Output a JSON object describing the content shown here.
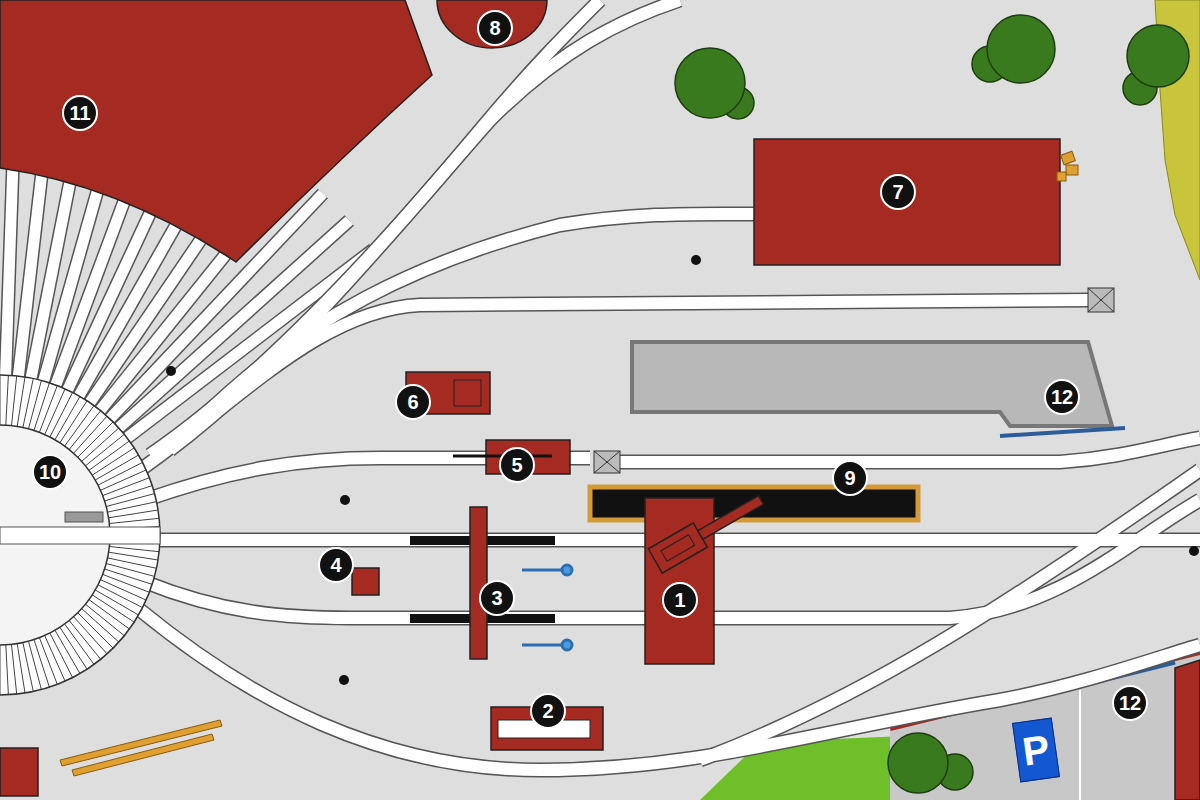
{
  "diagram": {
    "labels": [
      "8",
      "11",
      "7",
      "12",
      "6",
      "5",
      "10",
      "9",
      "4",
      "3",
      "1",
      "2",
      "12",
      "P"
    ]
  }
}
